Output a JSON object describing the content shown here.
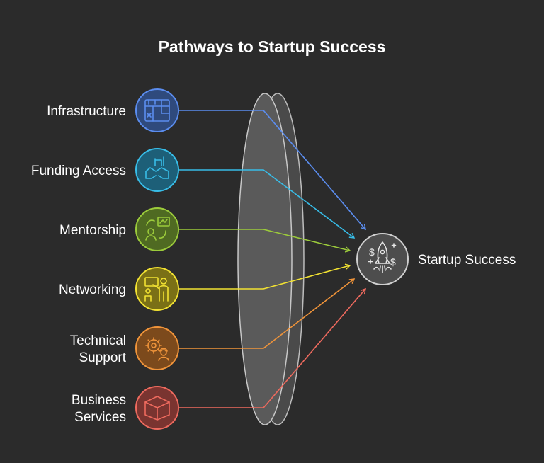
{
  "title": "Pathways to Startup Success",
  "target": {
    "label": "Startup Success",
    "icon": "rocket-icon"
  },
  "sources": [
    {
      "id": "infrastructure",
      "lines": [
        "Infrastructure"
      ],
      "color": "#5b8def",
      "fill": "#2f4a7d",
      "icon": "floor-plan-icon"
    },
    {
      "id": "funding-access",
      "lines": [
        "Funding Access"
      ],
      "color": "#38bde8",
      "fill": "#1d5f78",
      "icon": "handshake-icon"
    },
    {
      "id": "mentorship",
      "lines": [
        "Mentorship"
      ],
      "color": "#9ccb3b",
      "fill": "#4f6a22",
      "icon": "mentor-icon"
    },
    {
      "id": "networking",
      "lines": [
        "Networking"
      ],
      "color": "#f2e232",
      "fill": "#7a7016",
      "icon": "presenter-icon"
    },
    {
      "id": "technical-support",
      "lines": [
        "Technical",
        "Support"
      ],
      "color": "#f0943a",
      "fill": "#7c4a1c",
      "icon": "gear-worker-icon"
    },
    {
      "id": "business-services",
      "lines": [
        "Business",
        "Services"
      ],
      "color": "#ee6a5e",
      "fill": "#7a3430",
      "icon": "box-icon"
    }
  ]
}
